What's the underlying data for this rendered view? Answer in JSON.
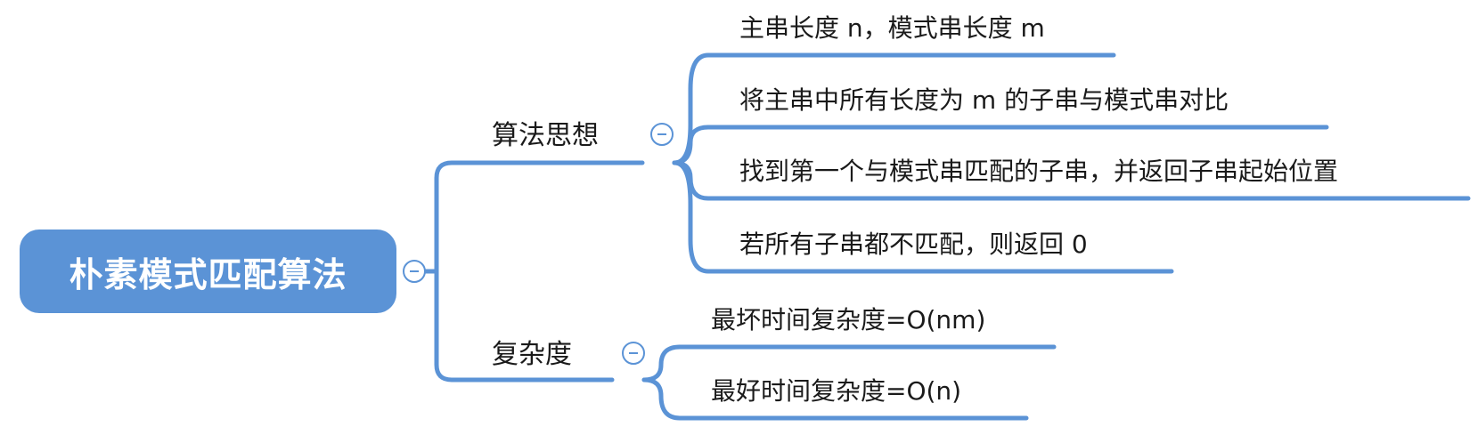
{
  "root": {
    "label": "朴素模式匹配算法"
  },
  "branches": [
    {
      "label": "算法思想",
      "leaves": [
        "主串长度 n，模式串长度 m",
        "将主串中所有长度为 m 的子串与模式串对比",
        "找到第一个与模式串匹配的子串，并返回子串起始位置",
        "若所有子串都不匹配，则返回 0"
      ]
    },
    {
      "label": "复杂度",
      "leaves": [
        "最坏时间复杂度=O(nm)",
        "最好时间复杂度=O(n)"
      ]
    }
  ],
  "colors": {
    "line": "#5b93d6",
    "root_fill": "#5b93d6",
    "text": "#1a1a1a"
  },
  "icons": {
    "collapse": "minus-circle-icon"
  }
}
